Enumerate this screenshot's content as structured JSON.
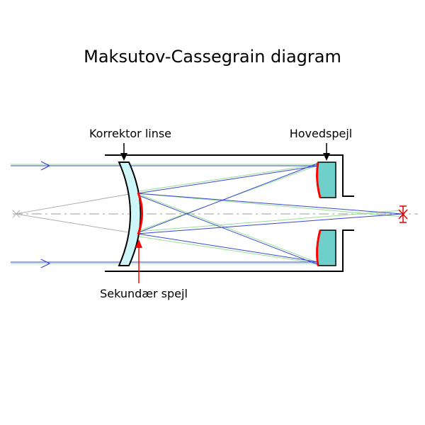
{
  "diagram": {
    "title": "Maksutov-Cassegrain diagram",
    "labels": {
      "corrector": "Korrektor linse",
      "primary_mirror": "Hovedspejl",
      "secondary_mirror": "Sekundær spejl"
    },
    "colors": {
      "tube_outline": "#000000",
      "corrector_fill": "#ccf6f8",
      "primary_fill": "#6fcfca",
      "mirror_coating": "#ff0000",
      "ray_blue": "#3a45d6",
      "ray_green": "#94df94",
      "optical_axis": "#b0b0b0",
      "pointer_arrow_black": "#000000",
      "pointer_arrow_red": "#ff0000",
      "focus_marker": "#e00000"
    }
  }
}
